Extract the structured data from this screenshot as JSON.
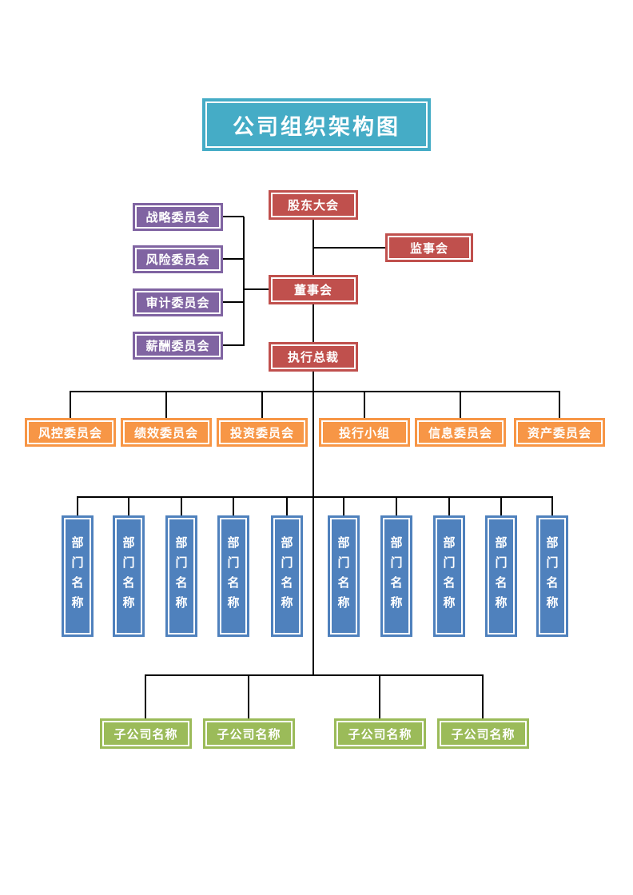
{
  "title": {
    "label": "公司组织架构图"
  },
  "governance": {
    "shareholders": {
      "label": "股东大会"
    },
    "supervisory": {
      "label": "监事会"
    },
    "board": {
      "label": "董事会"
    },
    "ceo": {
      "label": "执行总裁"
    }
  },
  "board_committees": [
    {
      "label": "战略委员会"
    },
    {
      "label": "风险委员会"
    },
    {
      "label": "审计委员会"
    },
    {
      "label": "薪酬委员会"
    }
  ],
  "exec_committees": [
    {
      "label": "风控委员会"
    },
    {
      "label": "绩效委员会"
    },
    {
      "label": "投资委员会"
    },
    {
      "label": "投行小组"
    },
    {
      "label": "信息委员会"
    },
    {
      "label": "资产委员会"
    }
  ],
  "departments": [
    {
      "label": "部门名称"
    },
    {
      "label": "部门名称"
    },
    {
      "label": "部门名称"
    },
    {
      "label": "部门名称"
    },
    {
      "label": "部门名称"
    },
    {
      "label": "部门名称"
    },
    {
      "label": "部门名称"
    },
    {
      "label": "部门名称"
    },
    {
      "label": "部门名称"
    },
    {
      "label": "部门名称"
    }
  ],
  "subsidiaries": [
    {
      "label": "子公司名称"
    },
    {
      "label": "子公司名称"
    },
    {
      "label": "子公司名称"
    },
    {
      "label": "子公司名称"
    }
  ],
  "colors": {
    "teal": "#45ACC6",
    "red": "#C0504D",
    "purple": "#8064A2",
    "orange": "#F79646",
    "blue": "#4F81BD",
    "green": "#9BBB59",
    "line": "#000000",
    "text": "#FFFFFF"
  }
}
